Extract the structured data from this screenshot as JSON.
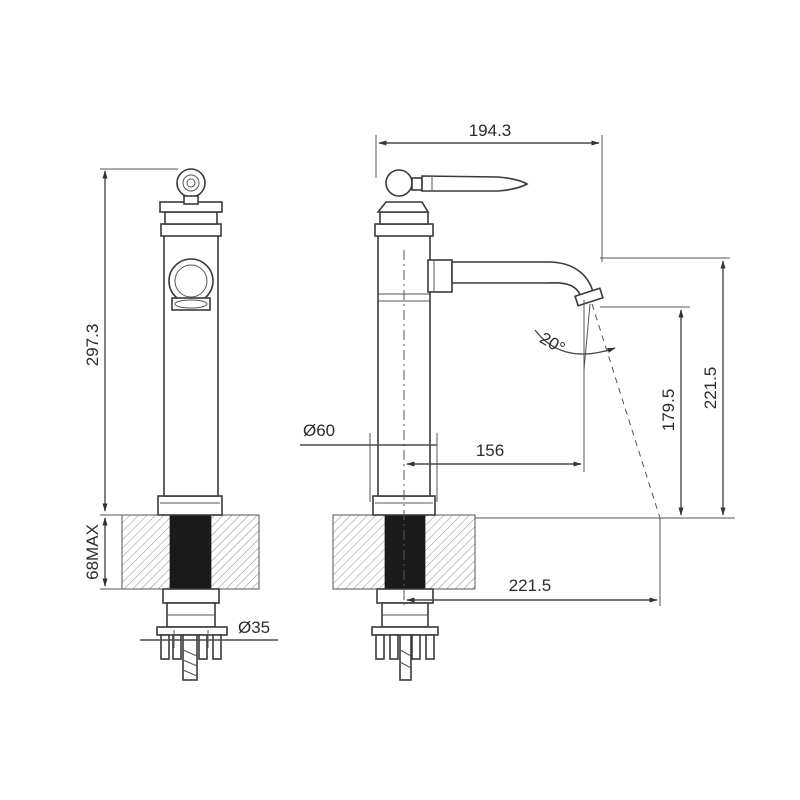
{
  "colors": {
    "line": "#4a4a4a",
    "hatch": "#8a8a8a",
    "core": "#1a1a1a",
    "background": "#ffffff"
  },
  "dimensions": {
    "overall_width": "194.3",
    "total_height": "297.3",
    "deck_max": "68MAX",
    "base_diameter": "Ø60",
    "spout_reach": "156",
    "spout_angle": "20°",
    "outlet_height": "179.5",
    "spout_height": "221.5",
    "stream_reach": "221.5",
    "shank_diameter": "Ø35"
  }
}
